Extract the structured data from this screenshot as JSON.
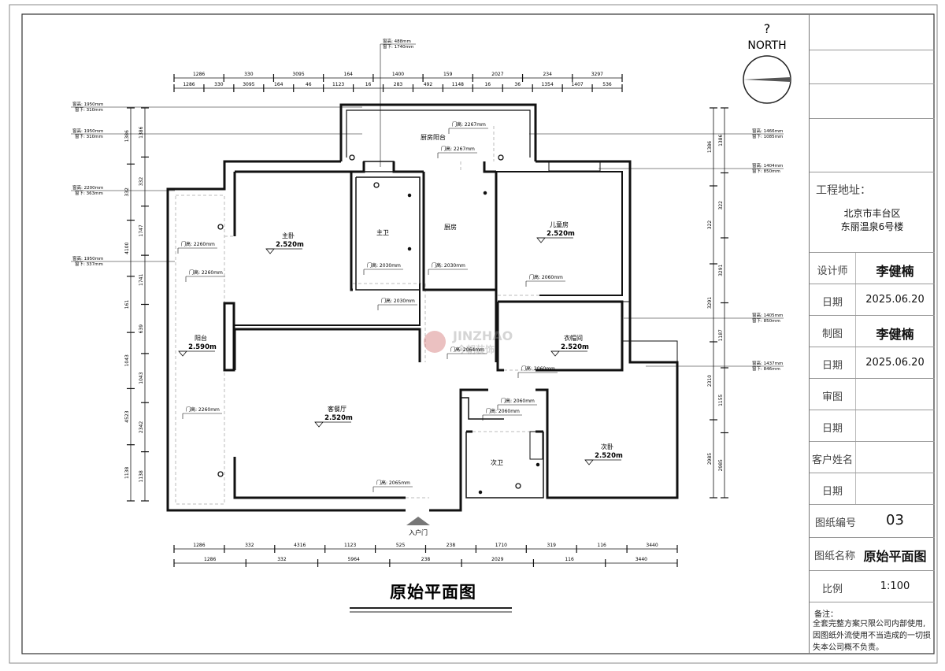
{
  "drawing": {
    "title": "原始平面图",
    "north_label": "NORTH",
    "north_mark": "?",
    "watermark": "JINZHAO",
    "watermark_sub": "今朝装饰",
    "entrance": "入户门",
    "rooms": [
      {
        "name": "厨房阳台",
        "height": ""
      },
      {
        "name": "主卫",
        "height": ""
      },
      {
        "name": "厨房",
        "height": ""
      },
      {
        "name": "主卧",
        "height": "2.520m"
      },
      {
        "name": "儿童房",
        "height": "2.520m"
      },
      {
        "name": "阳台",
        "height": "2.590m"
      },
      {
        "name": "衣帽间",
        "height": "2.520m"
      },
      {
        "name": "客餐厅",
        "height": "2.520m"
      },
      {
        "name": "次卧",
        "height": "2.520m"
      },
      {
        "name": "次卫",
        "height": ""
      }
    ],
    "door_notes": [
      "门高: 2267mm",
      "门高: 2267mm",
      "门高: 2260mm",
      "门高: 2260mm",
      "门高: 2030mm",
      "门高: 2030mm",
      "门高: 2030mm",
      "门高: 2060mm",
      "门高: 2064mm",
      "门高: 2060mm",
      "门高: 2060mm",
      "门高: 2060mm",
      "门高: 2260mm",
      "门高: 2065mm"
    ],
    "window_notes_left": [
      [
        "窗高: 1950mm",
        "窗下: 310mm"
      ],
      [
        "窗高: 1950mm",
        "窗下: 310mm"
      ],
      [
        "窗高: 2200mm",
        "窗下: 363mm"
      ],
      [
        "窗高: 1950mm",
        "窗下: 337mm"
      ]
    ],
    "window_notes_right": [
      [
        "窗高: 1466mm",
        "窗下: 1085mm"
      ],
      [
        "窗高: 1404mm",
        "窗下: 850mm"
      ],
      [
        "窗高: 1405mm",
        "窗下: 850mm"
      ],
      [
        "窗高: 1437mm",
        "窗下: 846mm"
      ]
    ],
    "window_note_top": [
      "窗高: 488mm",
      "窗下: 1740mm"
    ],
    "dims_top_outer": [
      "1286",
      "330",
      "3095",
      "164",
      "1400",
      "159",
      "2027",
      "234",
      "3297"
    ],
    "dims_top_inner": [
      "1286",
      "330",
      "3095",
      "164",
      "46",
      "1123",
      "16",
      "283",
      "492",
      "1148",
      "16",
      "36",
      "1354",
      "1407",
      "536"
    ],
    "dims_bottom_inner": [
      "1286",
      "332",
      "4316",
      "1123",
      "525",
      "238",
      "1710",
      "319",
      "116",
      "3440"
    ],
    "dims_bottom_outer": [
      "1286",
      "332",
      "5964",
      "238",
      "2029",
      "116",
      "3440"
    ],
    "dims_left_outer": [
      "1386",
      "332",
      "4100",
      "161",
      "1043",
      "4523",
      "1138"
    ],
    "dims_left_inner": [
      "1386",
      "332",
      "1747",
      "1741",
      "639",
      "1043",
      "2342",
      "1138"
    ],
    "dims_right_outer": [
      "1386",
      "322",
      "3291",
      "2310",
      "2985"
    ],
    "dims_right_inner": [
      "1386",
      "322",
      "3291",
      "1187",
      "1155",
      "2985"
    ]
  },
  "title_block": {
    "address_label": "工程地址：",
    "address_lines": [
      "北京市丰台区",
      "东丽温泉6号楼"
    ],
    "designer_label": "设计师",
    "designer": "李健楠",
    "date_label": "日期",
    "date1": "2025.06.20",
    "drafter_label": "制图",
    "drafter": "李健楠",
    "date2": "2025.06.20",
    "review_label": "审图",
    "review": "",
    "date3": "",
    "client_label": "客户姓名",
    "client": "",
    "date4": "",
    "drawing_no_label": "图纸编号",
    "drawing_no": "03",
    "drawing_name_label": "图纸名称",
    "drawing_name": "原始平面图",
    "scale_label": "比例",
    "scale": "1:100",
    "notes_label": "备注：",
    "notes": "全套完整方案只限公司内部使用,因图纸外流使用不当造成的一切损失本公司概不负责。"
  }
}
